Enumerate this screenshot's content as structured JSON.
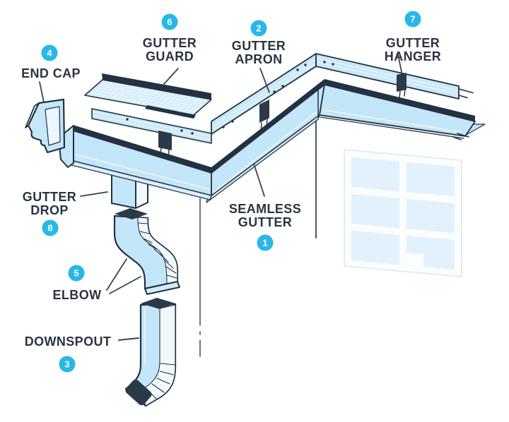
{
  "diagram": {
    "description": "Gutter system parts diagram",
    "colors": {
      "accent_badge": "#29b7e8",
      "outline_navy": "#243142",
      "label_text": "#2b3441",
      "fill_light_blue": "#c3e6f8",
      "fill_mesh": "#d7edf9",
      "fill_dark_cap": "#2b3949",
      "window_pane": "#e2f1fb"
    },
    "parts": [
      {
        "key": "seamless_gutter",
        "number": "1",
        "lines": [
          "SEAMLESS",
          "GUTTER"
        ]
      },
      {
        "key": "gutter_apron",
        "number": "2",
        "lines": [
          "GUTTER",
          "APRON"
        ]
      },
      {
        "key": "downspout",
        "number": "3",
        "lines": [
          "DOWNSPOUT"
        ]
      },
      {
        "key": "end_cap",
        "number": "4",
        "lines": [
          "END CAP"
        ]
      },
      {
        "key": "elbow",
        "number": "5",
        "lines": [
          "ELBOW"
        ]
      },
      {
        "key": "gutter_guard",
        "number": "6",
        "lines": [
          "GUTTER",
          "GUARD"
        ]
      },
      {
        "key": "gutter_hanger",
        "number": "7",
        "lines": [
          "GUTTER",
          "HANGER"
        ]
      },
      {
        "key": "gutter_drop",
        "number": "8",
        "lines": [
          "GUTTER",
          "DROP"
        ]
      }
    ]
  }
}
